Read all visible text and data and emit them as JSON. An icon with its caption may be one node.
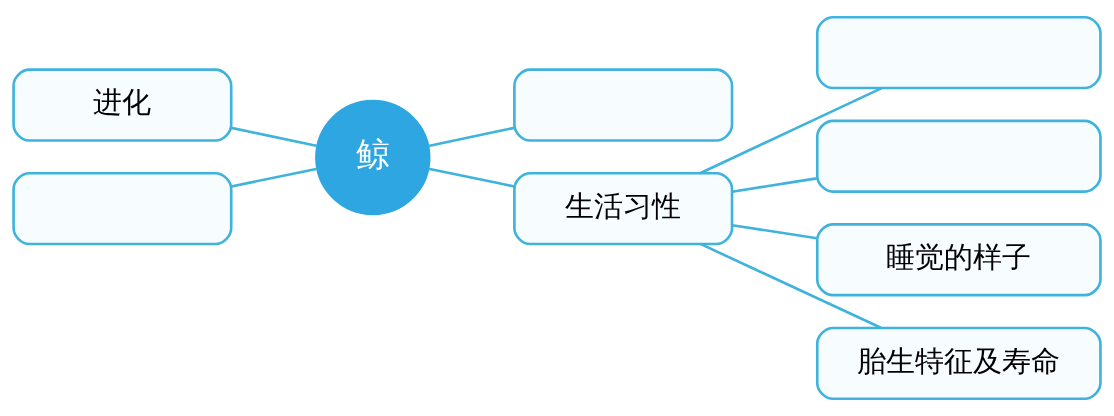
{
  "diagram": {
    "nodes": [
      {
        "text": [
          "进化"
        ]
      },
      {
        "text": [],
        "shape": "box"
      },
      {
        "text": [
          "鲸"
        ]
      },
      {
        "text": [],
        "shape": "box"
      },
      {
        "text": [
          "生活习性"
        ]
      },
      {
        "text": [],
        "shape": "box"
      },
      {
        "text": [],
        "shape": "box"
      },
      {
        "text": [
          "睡觉的样子"
        ]
      },
      {
        "text": [
          "胎生特征及寿命"
        ]
      }
    ],
    "edges": [
      {
        "from": 0,
        "to": 2,
        "arrow": "none"
      },
      {
        "from": 1,
        "to": 2,
        "arrow": "none"
      },
      {
        "from": 2,
        "to": 3,
        "arrow": "none"
      },
      {
        "from": 2,
        "to": 4,
        "arrow": "none"
      },
      {
        "from": 4,
        "to": 5,
        "arrow": "none"
      },
      {
        "from": 4,
        "to": 6,
        "arrow": "none"
      },
      {
        "from": 4,
        "to": 7,
        "arrow": "none"
      },
      {
        "from": 4,
        "to": 8,
        "arrow": "none"
      }
    ]
  }
}
